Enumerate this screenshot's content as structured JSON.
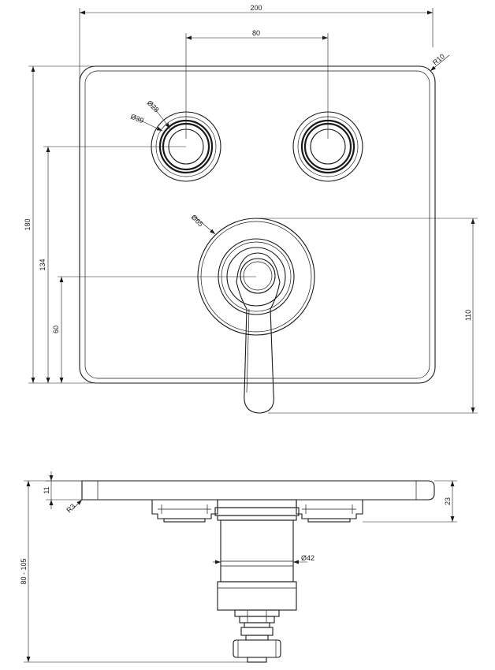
{
  "dimensions": {
    "width_total": "200",
    "button_spacing": "80",
    "corner_radius": "R10",
    "button_outer": "Ø39",
    "button_inner": "Ø28",
    "height_total": "180",
    "button_height": "134",
    "handle_center_height": "60",
    "escutcheon": "Ø65",
    "handle_reach": "110",
    "plate_thickness": "11",
    "edge_radius": "R3",
    "projection": "23",
    "body_diameter": "Ø42",
    "install_depth": "80 - 105"
  }
}
